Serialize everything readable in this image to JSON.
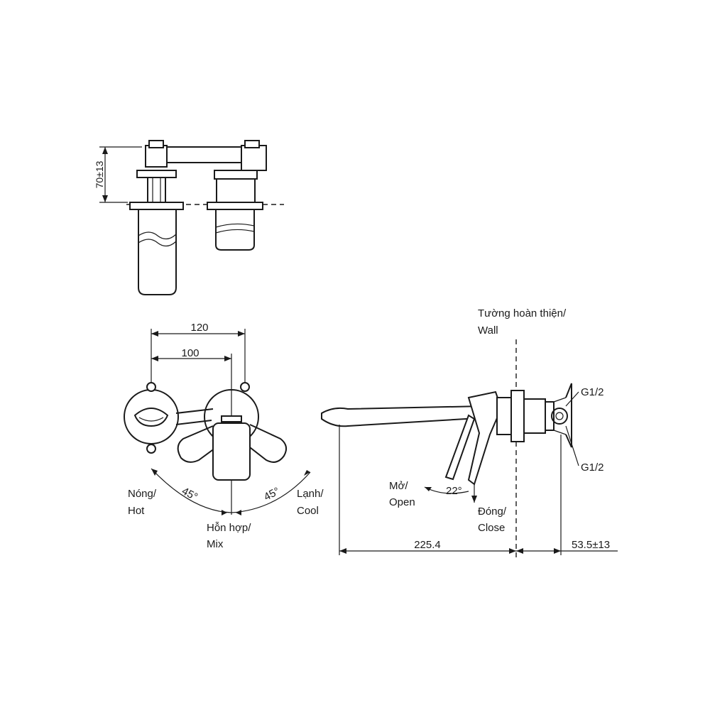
{
  "dimensions": {
    "height_top_view": "70±13",
    "width_outer": "120",
    "width_inner": "100",
    "spout_length": "225.4",
    "wall_depth": "53.5±13",
    "angle_left": "45°",
    "angle_right": "45°",
    "angle_open": "22°"
  },
  "labels": {
    "wall": [
      "Tường hoàn thiện/",
      "Wall"
    ],
    "hot": [
      "Nóng/",
      "Hot"
    ],
    "mix": [
      "Hỗn hợp/",
      "Mix"
    ],
    "cool": [
      "Lạnh/",
      "Cool"
    ],
    "open": [
      "Mở/",
      "Open"
    ],
    "close": [
      "Đóng/",
      "Close"
    ],
    "thread_top": "G1/2",
    "thread_bottom": "G1/2"
  }
}
